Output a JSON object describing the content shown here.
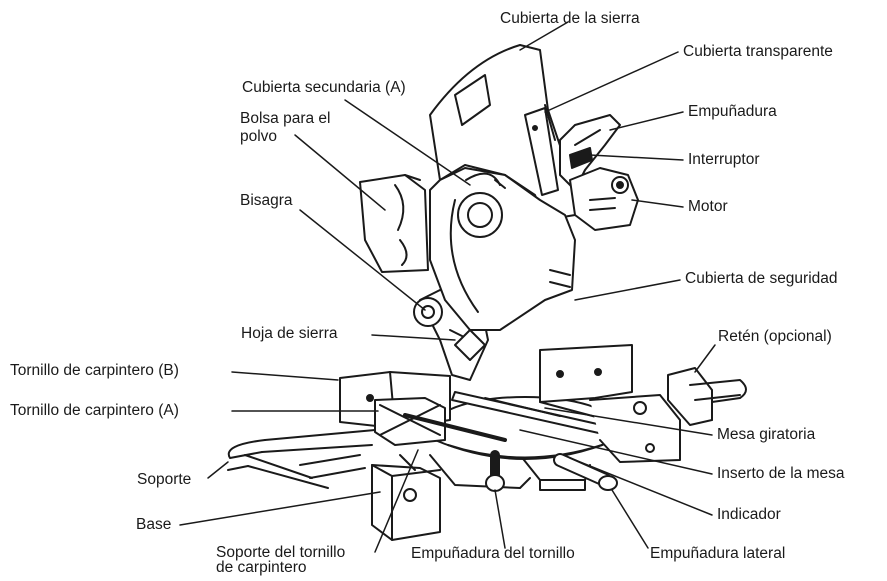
{
  "diagram": {
    "labels": {
      "saw_cover": "Cubierta de la sierra",
      "clear_cover": "Cubierta transparente",
      "secondary_cover": "Cubierta secundaria (A)",
      "handle": "Empuñadura",
      "dust_bag_1": "Bolsa para el",
      "dust_bag_2": "polvo",
      "switch": "Interruptor",
      "hinge": "Bisagra",
      "motor": "Motor",
      "safety_cover": "Cubierta de seguridad",
      "saw_blade": "Hoja de sierra",
      "holder_optional": "Retén (opcional)",
      "vise_b": "Tornillo de carpintero (B)",
      "vise_a": "Tornillo de carpintero (A)",
      "turntable": "Mesa giratoria",
      "support": "Soporte",
      "table_insert": "Inserto de la mesa",
      "indicator": "Indicador",
      "base": "Base",
      "vise_holder_1": "Soporte del tornillo",
      "vise_holder_2": "de carpintero",
      "vise_handle": "Empuñadura del tornillo",
      "side_handle": "Empuñadura lateral"
    }
  }
}
